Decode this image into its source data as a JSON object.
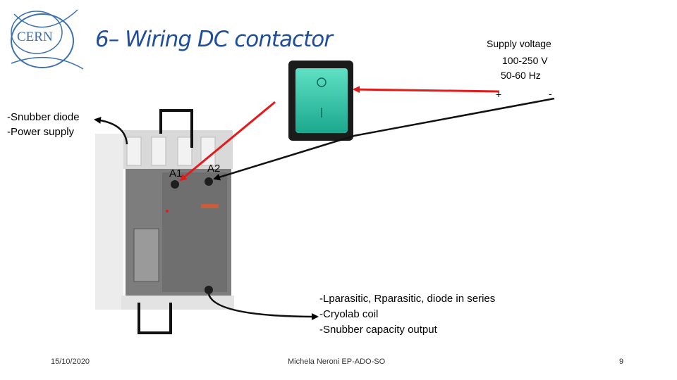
{
  "slide": {
    "title": "6– Wiring DC contactor",
    "logo_text": "CERN",
    "supply": {
      "heading": "Supply voltage",
      "voltage": "100-250 V",
      "frequency": "50-60 Hz",
      "plus": "+",
      "minus": "-"
    },
    "left_notes": [
      "-Snubber diode",
      "-Power supply"
    ],
    "terminals": {
      "a1": "A1",
      "a2": "A2"
    },
    "bottom_notes": [
      "-Lparasitic, Rparasitic, diode in series",
      "-Cryolab coil",
      "-Snubber capacity output"
    ],
    "footer": {
      "date": "15/10/2020",
      "author": "Michela Neroni   EP-ADO-SO",
      "page": "9"
    },
    "colors": {
      "title": "#1f4e9c",
      "switch_green": "#2fc6a8",
      "wire_red": "#e31b1b",
      "contactor_gray": "#7d7d7d"
    }
  }
}
